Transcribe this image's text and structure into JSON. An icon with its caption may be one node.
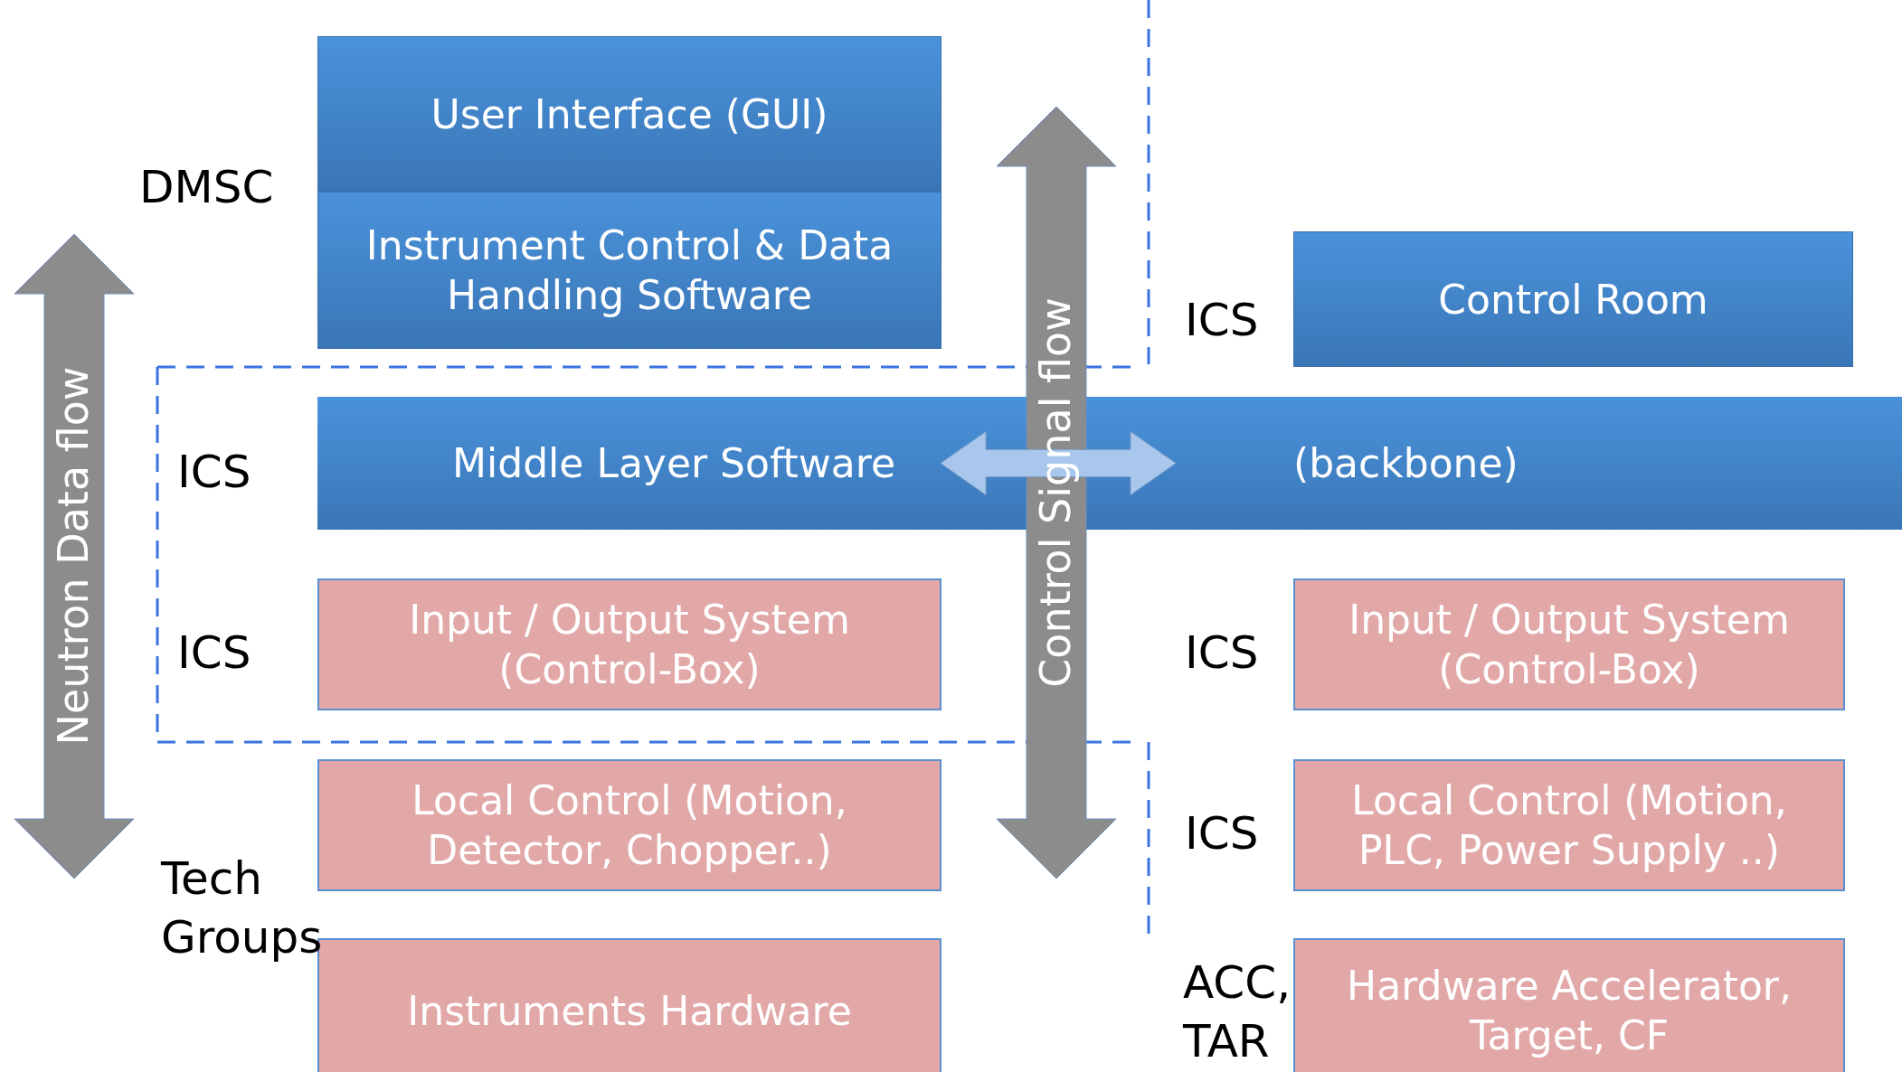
{
  "diagram": {
    "nodes": [
      {
        "text": [
          "User Interface (GUI)"
        ]
      },
      {
        "text": [
          "Instrument Control & Data Handling Software"
        ]
      },
      {
        "text": [
          "Control Room"
        ]
      },
      {
        "text": [
          "Middle Layer Software"
        ]
      },
      {
        "text": [
          "(backbone)"
        ]
      },
      {
        "text": [
          "Input / Output System (Control-Box)"
        ]
      },
      {
        "text": [
          "Input / Output System (Control-Box)"
        ]
      },
      {
        "text": [
          "Local Control (Motion, Detector, Chopper..)"
        ]
      },
      {
        "text": [
          "Local Control (Motion, PLC, Power Supply ..)"
        ]
      },
      {
        "text": [
          "Instruments Hardware"
        ]
      },
      {
        "text": [
          "Hardware Accelerator, Target, CF"
        ]
      }
    ],
    "edges": [
      {
        "from": 3,
        "to": 4,
        "arrow": "both"
      }
    ],
    "labels": [
      "DMSC",
      "ICS",
      "Neutron Data flow",
      "Control Signal flow",
      "ICS",
      "ICS",
      "ICS",
      "ICS",
      "Tech Groups",
      "ACC, TAR"
    ]
  }
}
